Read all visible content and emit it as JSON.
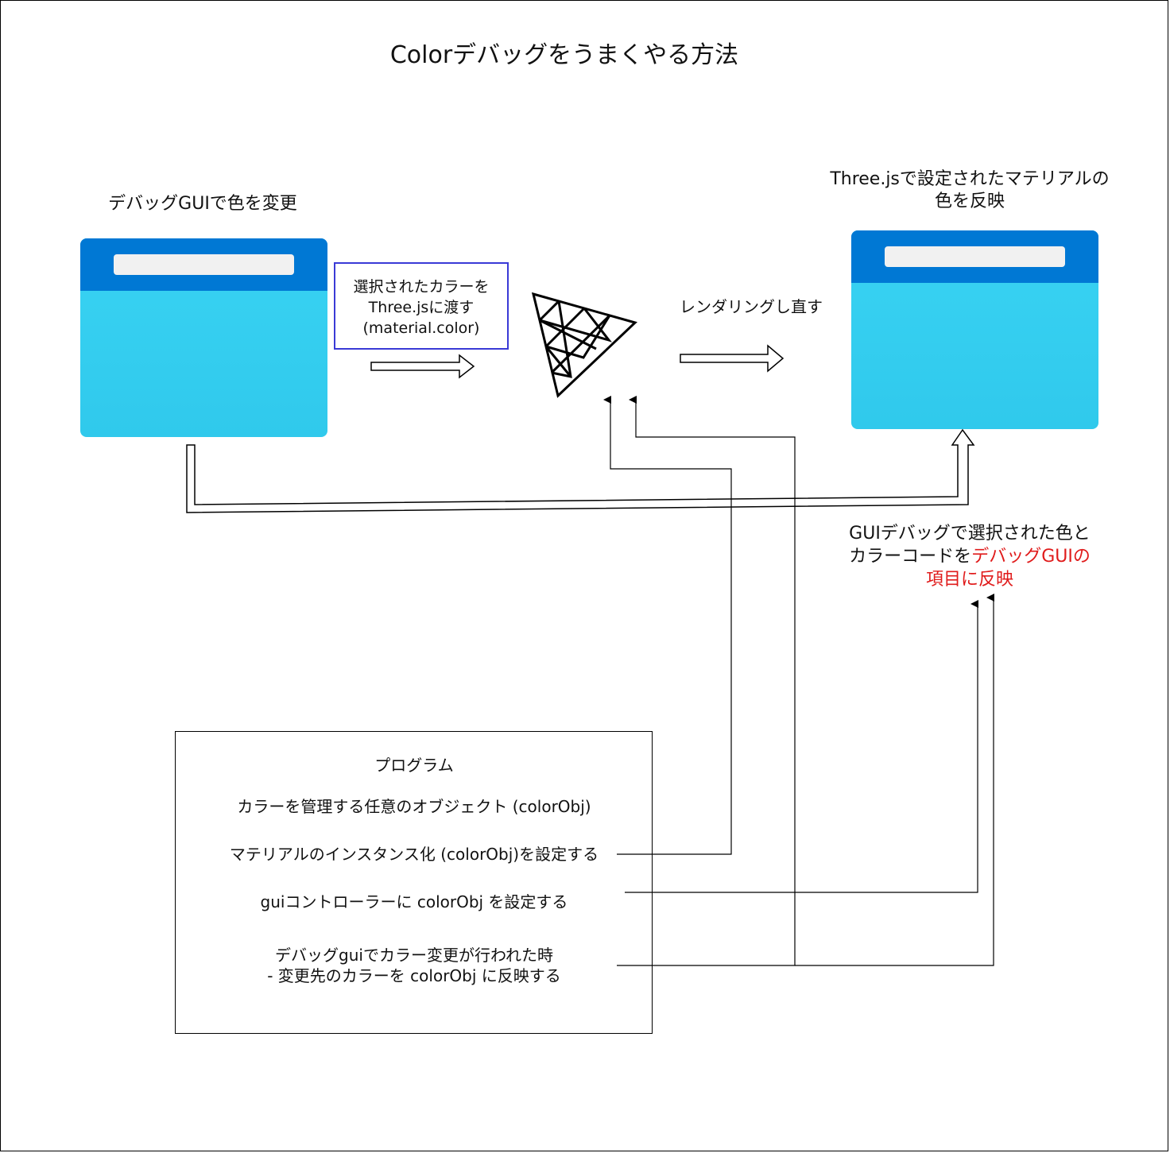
{
  "title": "Colorデバッグをうまくやる方法",
  "left_label": "デバッグGUIで色を変更",
  "right_label": {
    "line1": "Three.jsで設定されたマテリアルの",
    "line2": "色を反映"
  },
  "pass_box": {
    "line1": "選択されたカラーを",
    "line2": "Three.jsに渡す",
    "line3": "(material.color)"
  },
  "render_label": "レンダリングし直す",
  "gui_note": {
    "line1": "GUIデバッグで選択された色と",
    "line2_black": "カラーコードを",
    "line2_red": "デバッグGUIの",
    "line3_red": "項目に反映",
    "highlight_color": "#e01b1b"
  },
  "program": {
    "heading": "プログラム",
    "items": [
      "カラーを管理する任意のオブジェクト (colorObj)",
      "マテリアルのインスタンス化 (colorObj)を設定する",
      "guiコントローラーに colorObj を設定する",
      "デバッグguiでカラー変更が行われた時",
      "- 変更先のカラーを colorObj に反映する"
    ]
  },
  "colors": {
    "window_titlebar": "#0078d4",
    "window_body": "#32d2f2",
    "address_bar": "#f1f1f1",
    "pass_box_border": "#3a3ad6"
  },
  "icons": {
    "left_window": "browser-window-icon",
    "right_window": "browser-window-icon",
    "threejs_logo": "threejs-logo-icon"
  }
}
